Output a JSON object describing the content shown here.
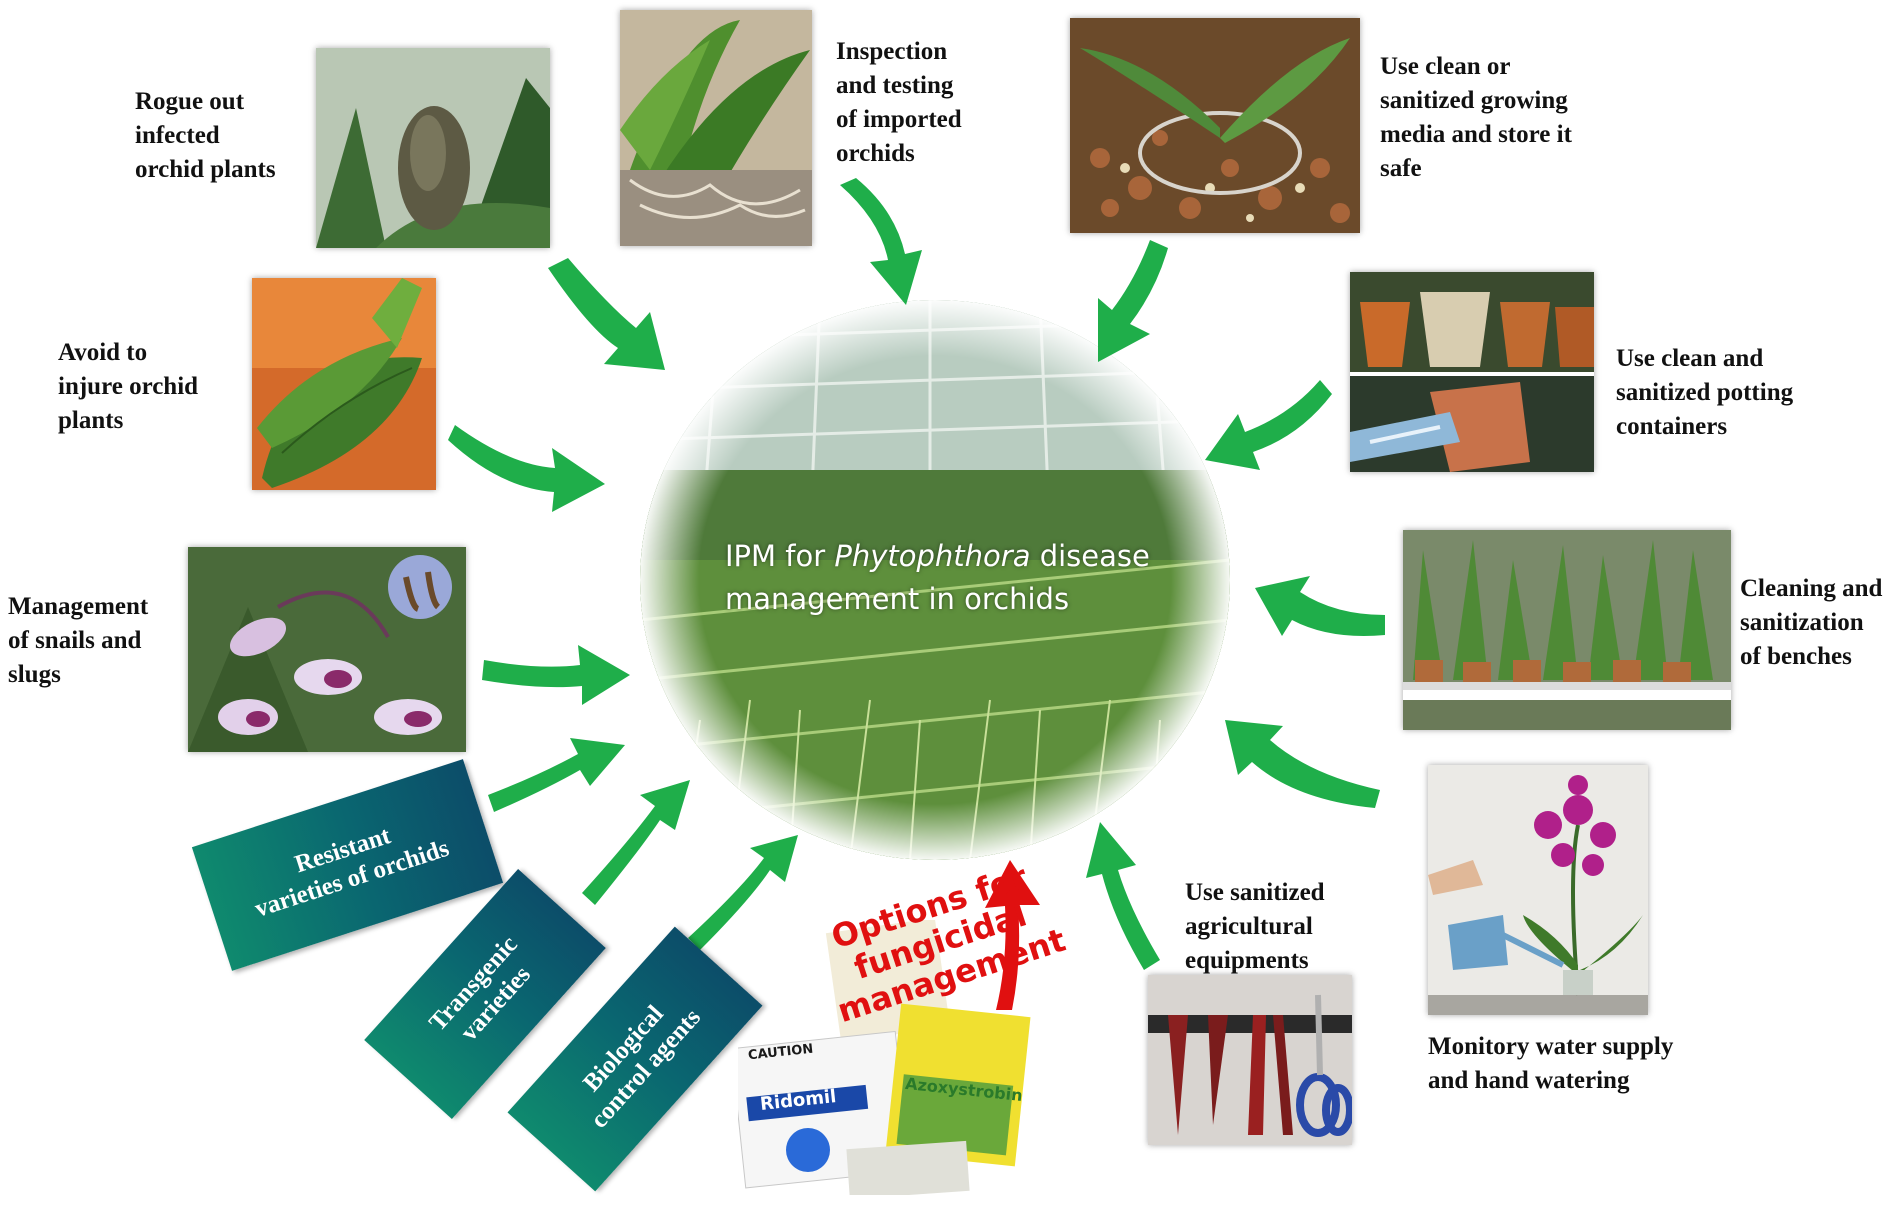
{
  "center": {
    "title_prefix": "IPM for ",
    "title_italic": "Phytophthora",
    "title_suffix": " disease management in orchids"
  },
  "labels": {
    "rogue": "Rogue out\ninfected\norchid plants",
    "inspection": "Inspection\nand testing\nof imported\norchids",
    "media": "Use clean or\nsanitized growing\nmedia and store it\nsafe",
    "injure": "Avoid to\ninjure orchid\nplants",
    "containers": "Use clean and\nsanitized potting\ncontainers",
    "snails": "Management\nof snails and\nslugs",
    "benches": "Cleaning and\nsanitization\nof benches",
    "equipments": "Use sanitized\nagricultural\nequipments",
    "water": "Monitory water supply\nand hand watering"
  },
  "boxes": {
    "resistant": "Resistant\nvarieties of orchids",
    "transgenic": "Transgenic\nvarieties",
    "biological": "Biological\ncontrol agents"
  },
  "fungicide": {
    "label": "Options for\nfungicidal\nmanagement",
    "product_1": "Ridomil",
    "product_2": "Azoxystrobin",
    "caution": "CAUTION"
  },
  "colors": {
    "arrow_green": "#1fae4a",
    "arrow_red": "#e01010",
    "teal_box": "#0a6670"
  }
}
